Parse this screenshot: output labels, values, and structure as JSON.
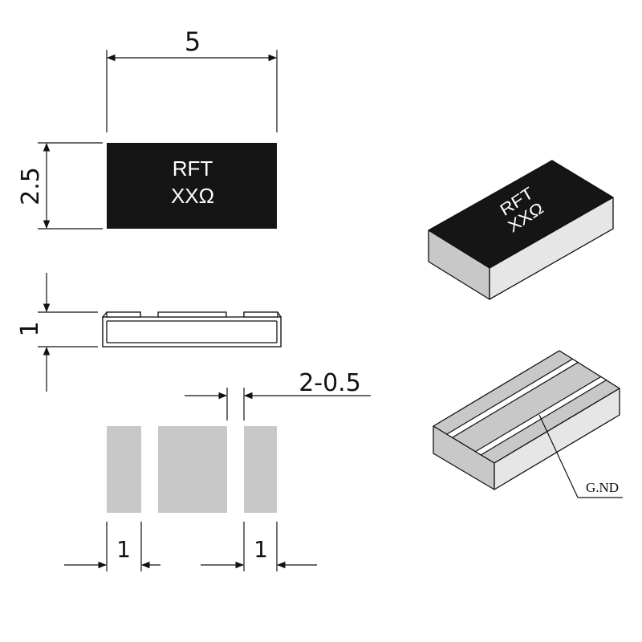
{
  "dimensions": {
    "length": "5",
    "width": "2.5",
    "thickness": "1",
    "gap": "2-0.5",
    "pad_left": "1",
    "pad_right": "1"
  },
  "marking": {
    "line1": "RFT",
    "line2": "XXΩ"
  },
  "iso_marking": {
    "line1": "RFT",
    "line2": "XXΩ"
  },
  "labels": {
    "gnd": "G.ND"
  },
  "colors": {
    "body_black": "#151515",
    "ceramic_gray": "#c8c8c8",
    "side_light": "#e2e2e2",
    "line": "#111111"
  }
}
